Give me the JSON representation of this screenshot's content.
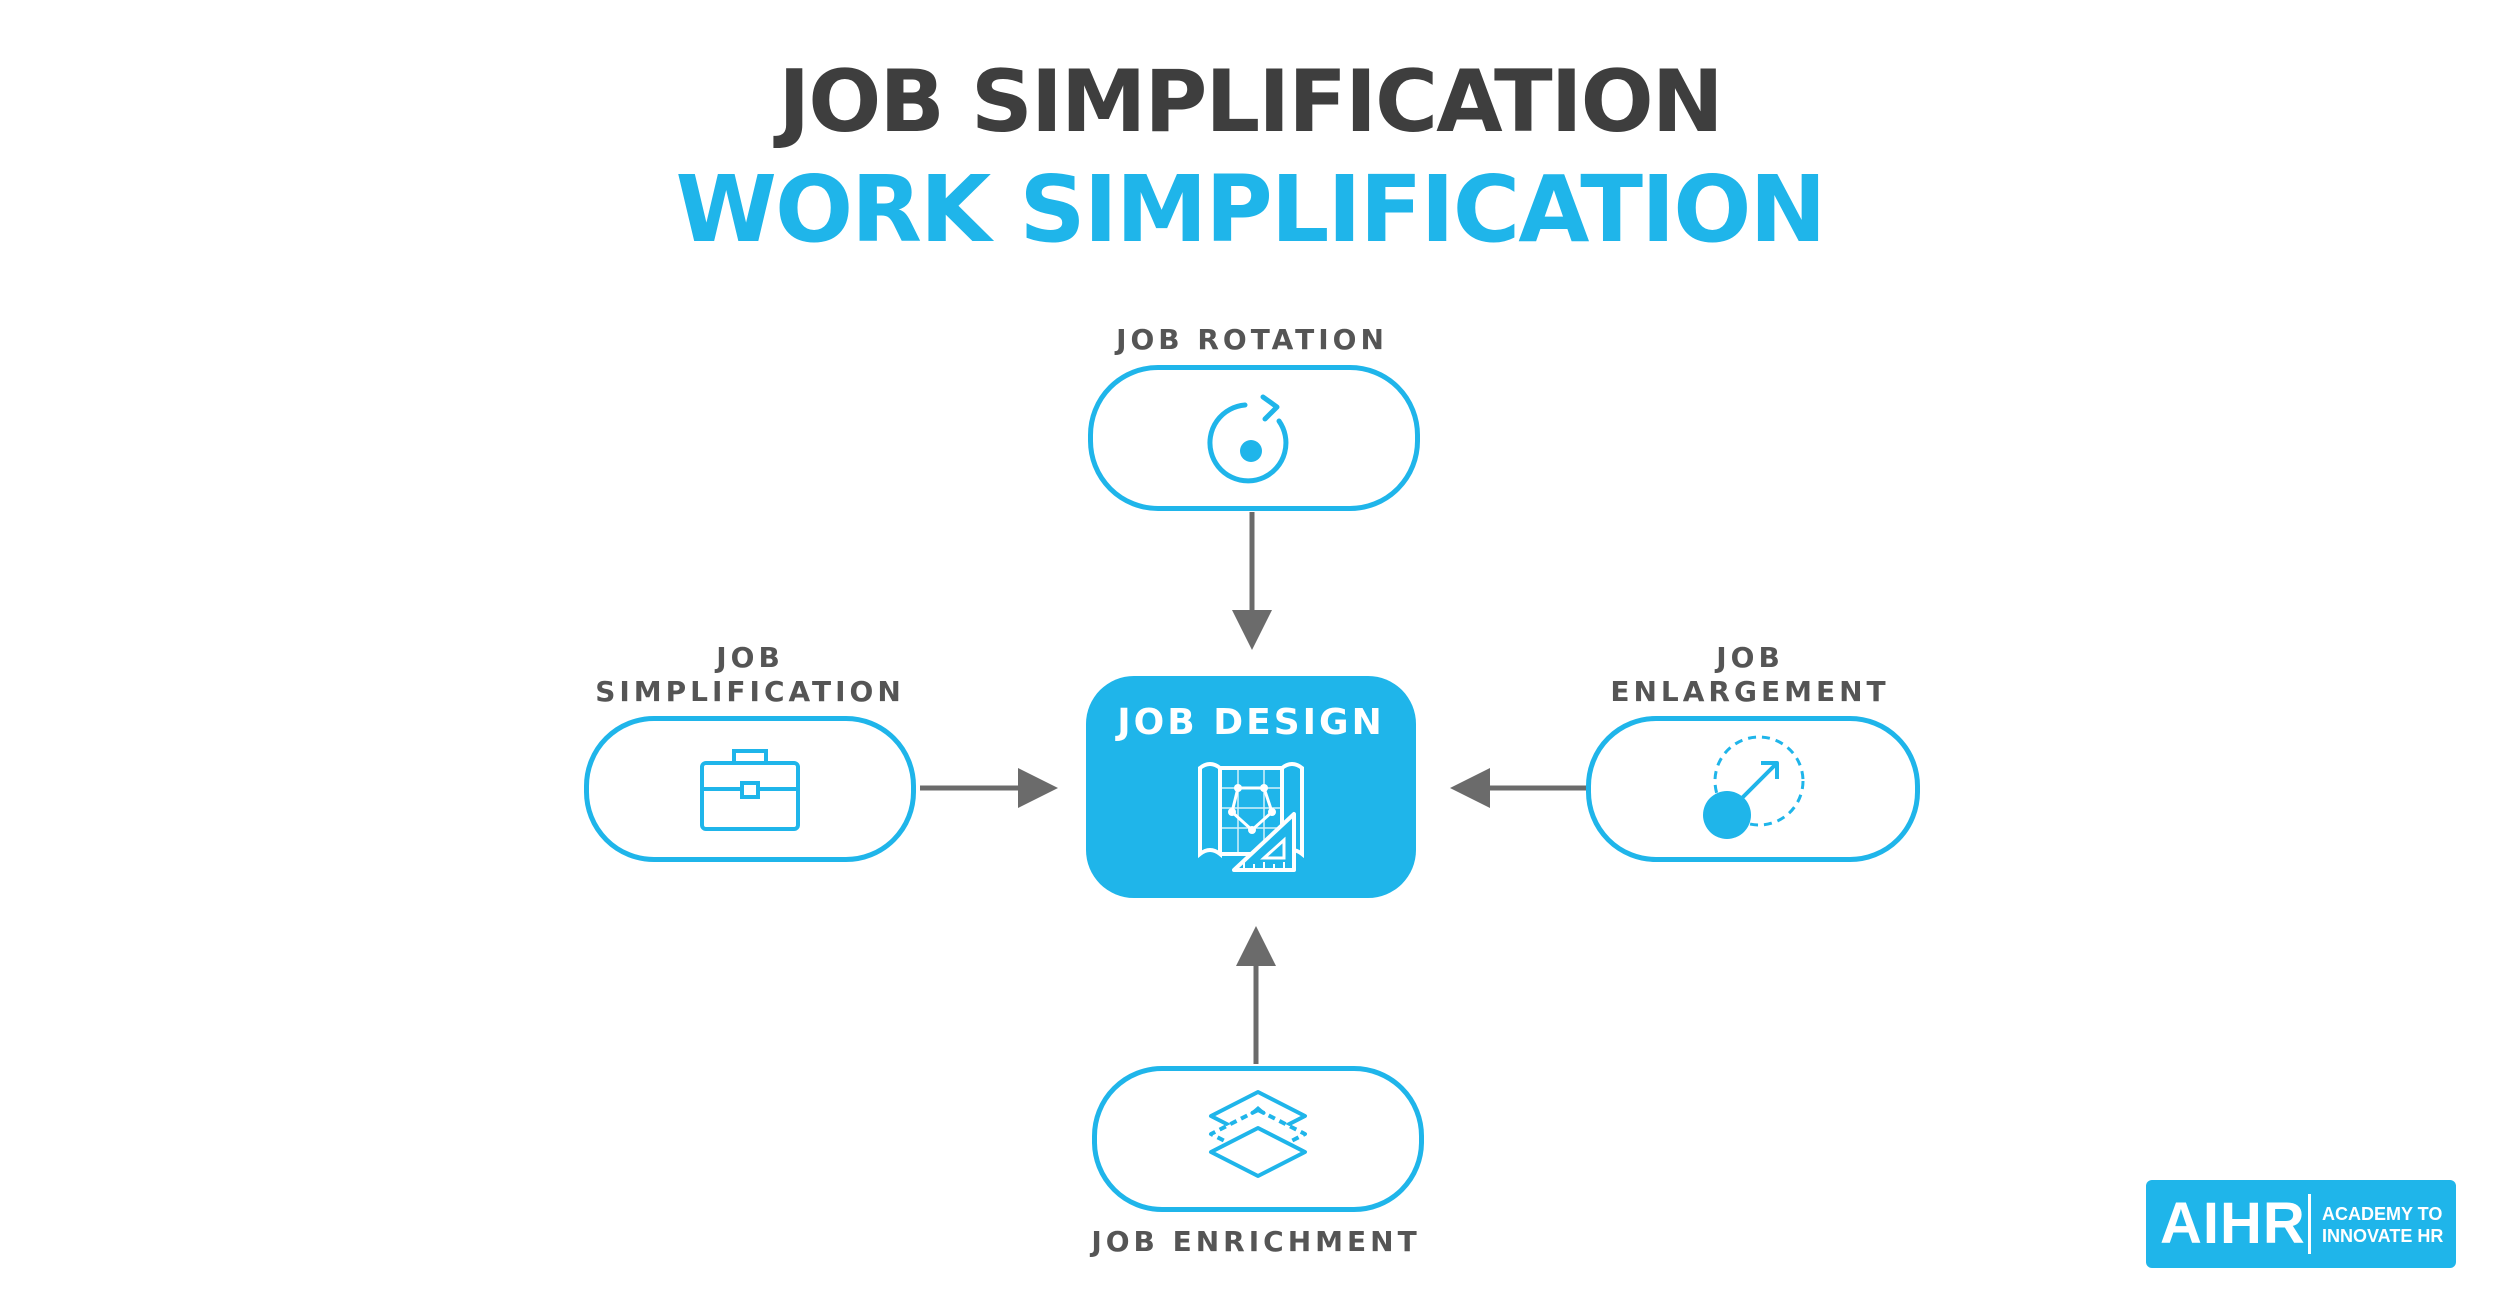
{
  "title": {
    "line1": "JOB SIMPLIFICATION",
    "line2": "WORK SIMPLIFICATION"
  },
  "nodes": {
    "top": {
      "label": "JOB ROTATION",
      "icon": "rotation-icon"
    },
    "left": {
      "label_line1": "JOB",
      "label_line2": "SIMPLIFICATION",
      "icon": "briefcase-icon"
    },
    "right": {
      "label_line1": "JOB",
      "label_line2": "ENLARGEMENT",
      "icon": "expand-circle-icon"
    },
    "bottom": {
      "label": "JOB ENRICHMENT",
      "icon": "layers-icon"
    }
  },
  "center": {
    "label": "JOB DESIGN",
    "icon": "blueprint-icon"
  },
  "logo": {
    "mark": "AIHR",
    "line1": "ACADEMY TO",
    "line2": "INNOVATE HR"
  },
  "colors": {
    "accent": "#1fb5ea",
    "title_dark": "#3e3e3e",
    "label": "#555555",
    "arrow": "#6b6b6b"
  }
}
